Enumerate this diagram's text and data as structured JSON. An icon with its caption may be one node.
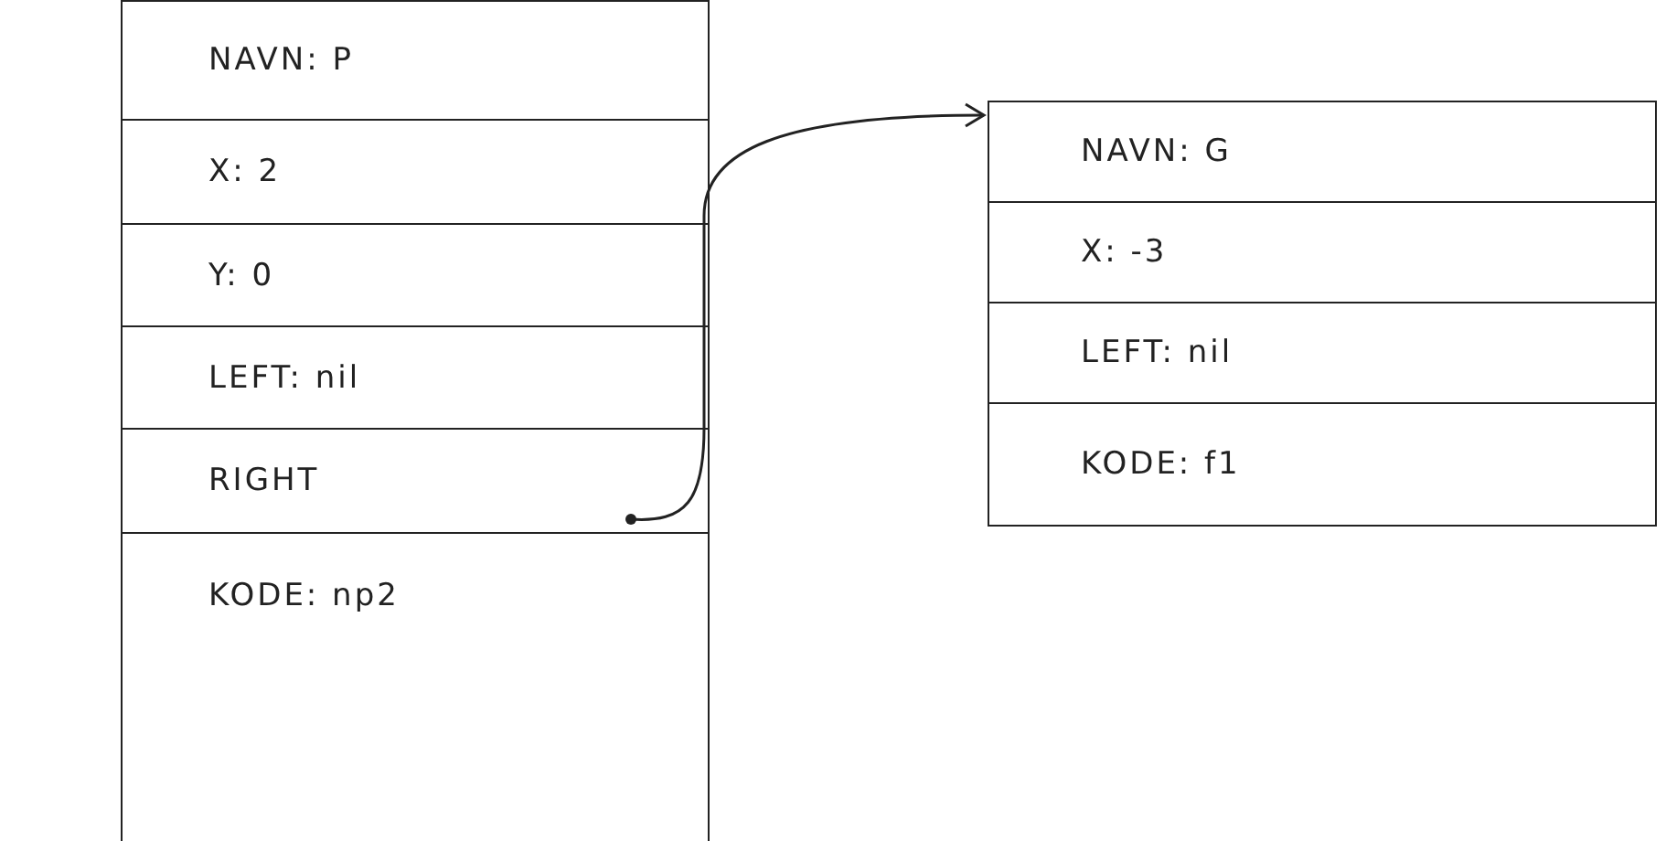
{
  "diagram": {
    "nodes": [
      {
        "text": [
          "NAVN: P"
        ]
      },
      {
        "text": [
          "X: 2"
        ]
      },
      {
        "text": [
          "Y: 0"
        ]
      },
      {
        "text": [
          "LEFT: nil"
        ]
      },
      {
        "text": [
          "RIGHT"
        ]
      },
      {
        "text": [
          "KODE: np2"
        ]
      },
      {
        "text": [
          "NAVN: G"
        ]
      },
      {
        "text": [
          "X: -3"
        ]
      },
      {
        "text": [
          "LEFT: nil"
        ]
      },
      {
        "text": [
          "KODE: f1"
        ]
      }
    ],
    "edges": [
      {
        "from": 4,
        "to": 6,
        "arrow": "to"
      }
    ]
  }
}
